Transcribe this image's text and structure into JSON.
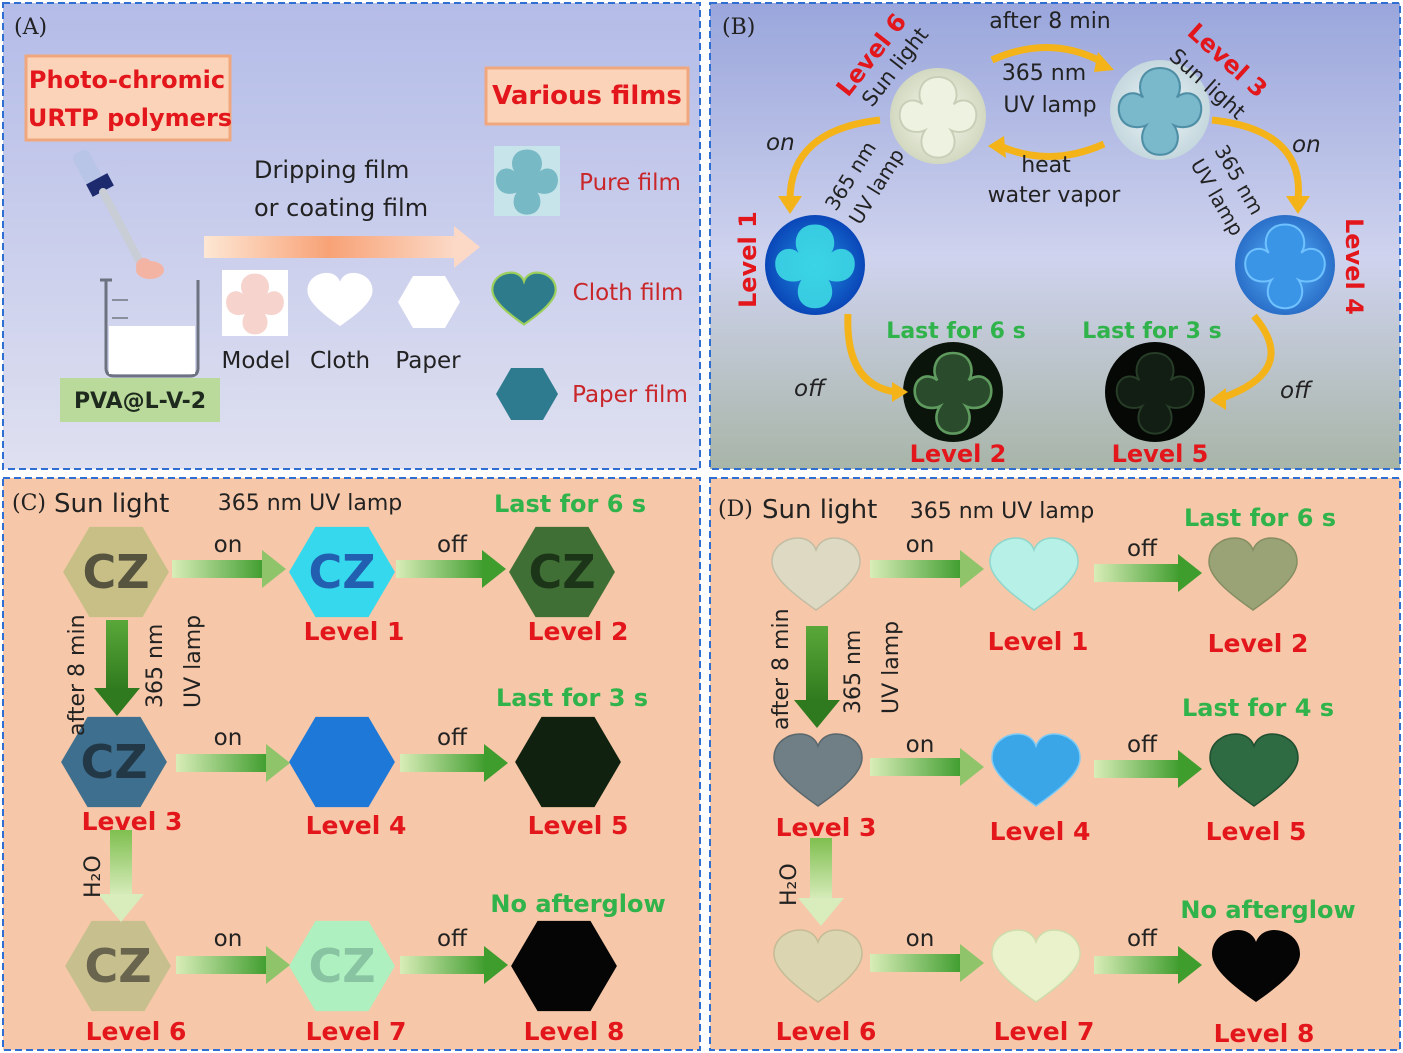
{
  "colors": {
    "level_red": "#e3161b",
    "afterglow_green": "#2fb34a",
    "panel_border": "#2e6fd1",
    "panel_cd_bg": "#f6c7a8",
    "panel_a_bg": "#c6cbec",
    "arrow_yellow": "#f4b419"
  },
  "panel_a": {
    "tag": "(A)",
    "material_title": [
      "Photo-chromic",
      "URTP polymers"
    ],
    "matrix_label": "PVA@L-V-2",
    "process": [
      "Dripping film",
      "or coating film"
    ],
    "substrates": [
      "Model",
      "Cloth",
      "Paper"
    ],
    "films_title": "Various films",
    "films": [
      "Pure film",
      "Cloth film",
      "Paper film"
    ]
  },
  "panel_b": {
    "tag": "(B)",
    "after_time": "after 8 min",
    "center_lamp": [
      "365 nm",
      "UV lamp"
    ],
    "center_reverse": [
      "heat",
      "water vapor"
    ],
    "sun_light": "Sun light",
    "lamp_line1": "365 nm",
    "lamp_line2": "UV lamp",
    "on": "on",
    "off": "off",
    "levels": {
      "l1": "Level  1",
      "l2": "Level  2",
      "l3": "Level  3",
      "l4": "Level  4",
      "l5": "Level  5",
      "l6": "Level  6"
    },
    "last_6": "Last for 6 s",
    "last_3": "Last for 3 s"
  },
  "panel_c": {
    "tag": "(C)",
    "sun_light": "Sun light",
    "uv_lamp_header": "365 nm UV lamp",
    "side_time": "after 8 min",
    "side_lamp": [
      "365 nm",
      "UV lamp"
    ],
    "water": "H₂O",
    "on": "on",
    "off": "off",
    "sample_text": "CZ",
    "rows": [
      {
        "levels": [
          "Level  1",
          "Level  2"
        ],
        "note": "Last for 6 s"
      },
      {
        "levels": [
          "Level  3",
          "Level  4",
          "Level  5"
        ],
        "note": "Last for 3 s"
      },
      {
        "levels": [
          "Level  6",
          "Level  7",
          "Level  8"
        ],
        "note": "No afterglow"
      }
    ]
  },
  "panel_d": {
    "tag": "(D)",
    "sun_light": "Sun light",
    "uv_lamp_header": "365 nm UV lamp",
    "side_time": "after 8 min",
    "side_lamp": [
      "365 nm",
      "UV lamp"
    ],
    "water": "H₂O",
    "on": "on",
    "off": "off",
    "rows": [
      {
        "levels": [
          "Level  1",
          "Level  2"
        ],
        "note": "Last for 6 s"
      },
      {
        "levels": [
          "Level  3",
          "Level  4",
          "Level  5"
        ],
        "note": "Last for 4 s"
      },
      {
        "levels": [
          "Level  6",
          "Level  7",
          "Level  8"
        ],
        "note": "No afterglow"
      }
    ]
  }
}
